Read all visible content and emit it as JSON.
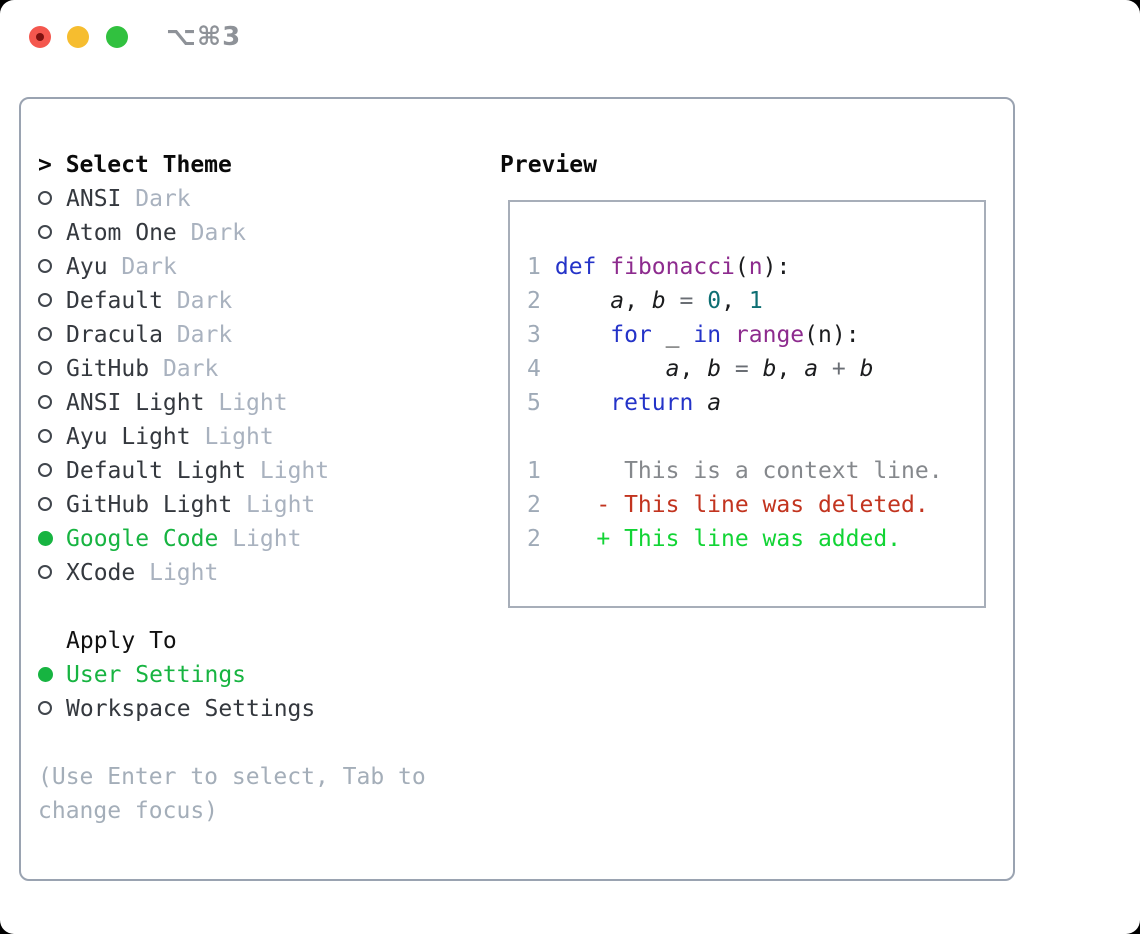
{
  "window": {
    "title": "⌥⌘3"
  },
  "colors": {
    "accent_green": "#17b441",
    "added_green": "#12d435",
    "deleted_red": "#c2341f",
    "keyword_blue": "#2433c8",
    "function_purple": "#8d2b8e",
    "literal_teal": "#0e6f73",
    "operator_gray": "#6a6e74",
    "plain_code": "#1b1c1e",
    "line_number": "#9faab7",
    "context_gray": "#85888c",
    "muted_variant": "#a9b2bf",
    "item_text": "#34383e",
    "hint_gray": "#a4aeb9",
    "border_gray": "#9aa3b1",
    "preview_border": "#a7aeb9",
    "titlebar_text": "#8e9298",
    "light_red": "#f4574e",
    "light_red_dot": "#7e1210",
    "light_yellow": "#f6bd2f",
    "light_green": "#31c13f"
  },
  "theme_panel": {
    "header_prefix": "> ",
    "header": "Select Theme",
    "items": [
      {
        "name": "ANSI",
        "variant": "Dark",
        "selected": false
      },
      {
        "name": "Atom One",
        "variant": "Dark",
        "selected": false
      },
      {
        "name": "Ayu",
        "variant": "Dark",
        "selected": false
      },
      {
        "name": "Default",
        "variant": "Dark",
        "selected": false
      },
      {
        "name": "Dracula",
        "variant": "Dark",
        "selected": false
      },
      {
        "name": "GitHub",
        "variant": "Dark",
        "selected": false
      },
      {
        "name": "ANSI Light",
        "variant": "Light",
        "selected": false
      },
      {
        "name": "Ayu Light",
        "variant": "Light",
        "selected": false
      },
      {
        "name": "Default Light",
        "variant": "Light",
        "selected": false
      },
      {
        "name": "GitHub Light",
        "variant": "Light",
        "selected": false
      },
      {
        "name": "Google Code",
        "variant": "Light",
        "selected": true
      },
      {
        "name": "XCode",
        "variant": "Light",
        "selected": false
      }
    ],
    "apply_to": {
      "header": "Apply To",
      "options": [
        {
          "label": "User Settings",
          "selected": true
        },
        {
          "label": "Workspace Settings",
          "selected": false
        }
      ]
    },
    "hint_lines": [
      "(Use Enter to select, Tab to",
      "change focus)"
    ]
  },
  "preview": {
    "title": "Preview",
    "lines": [
      {
        "ln": "",
        "segs": []
      },
      {
        "ln": "1",
        "segs": [
          {
            "t": " ",
            "c": "plain"
          },
          {
            "t": "def",
            "c": "kw"
          },
          {
            "t": " ",
            "c": "plain"
          },
          {
            "t": "fibonacci",
            "c": "fn"
          },
          {
            "t": "(",
            "c": "plain"
          },
          {
            "t": "n",
            "c": "pm"
          },
          {
            "t": "):",
            "c": "plain"
          }
        ]
      },
      {
        "ln": "2",
        "segs": [
          {
            "t": "     ",
            "c": "plain"
          },
          {
            "t": "a",
            "c": "var"
          },
          {
            "t": ", ",
            "c": "plain"
          },
          {
            "t": "b",
            "c": "var"
          },
          {
            "t": " ",
            "c": "plain"
          },
          {
            "t": "=",
            "c": "op"
          },
          {
            "t": " ",
            "c": "plain"
          },
          {
            "t": "0",
            "c": "num"
          },
          {
            "t": ", ",
            "c": "plain"
          },
          {
            "t": "1",
            "c": "num"
          }
        ]
      },
      {
        "ln": "3",
        "segs": [
          {
            "t": "     ",
            "c": "plain"
          },
          {
            "t": "for",
            "c": "kw"
          },
          {
            "t": " _ ",
            "c": "plain"
          },
          {
            "t": "in",
            "c": "kw"
          },
          {
            "t": " ",
            "c": "plain"
          },
          {
            "t": "range",
            "c": "fn"
          },
          {
            "t": "(n):",
            "c": "plain"
          }
        ]
      },
      {
        "ln": "4",
        "segs": [
          {
            "t": "         ",
            "c": "plain"
          },
          {
            "t": "a",
            "c": "var"
          },
          {
            "t": ", ",
            "c": "plain"
          },
          {
            "t": "b",
            "c": "var"
          },
          {
            "t": " ",
            "c": "plain"
          },
          {
            "t": "=",
            "c": "op"
          },
          {
            "t": " ",
            "c": "plain"
          },
          {
            "t": "b",
            "c": "var"
          },
          {
            "t": ", ",
            "c": "plain"
          },
          {
            "t": "a",
            "c": "var"
          },
          {
            "t": " ",
            "c": "plain"
          },
          {
            "t": "+",
            "c": "op"
          },
          {
            "t": " ",
            "c": "plain"
          },
          {
            "t": "b",
            "c": "var"
          }
        ]
      },
      {
        "ln": "5",
        "segs": [
          {
            "t": "     ",
            "c": "plain"
          },
          {
            "t": "return",
            "c": "kw"
          },
          {
            "t": " ",
            "c": "plain"
          },
          {
            "t": "a",
            "c": "var"
          }
        ]
      },
      {
        "ln": "",
        "segs": []
      },
      {
        "ln": "1",
        "segs": [
          {
            "t": "      This is a context line.",
            "c": "ctx"
          }
        ]
      },
      {
        "ln": "2",
        "segs": [
          {
            "t": "    - This line was deleted.",
            "c": "del"
          }
        ]
      },
      {
        "ln": "2",
        "segs": [
          {
            "t": "    + This line was added.",
            "c": "add"
          }
        ]
      },
      {
        "ln": "",
        "segs": []
      }
    ]
  }
}
